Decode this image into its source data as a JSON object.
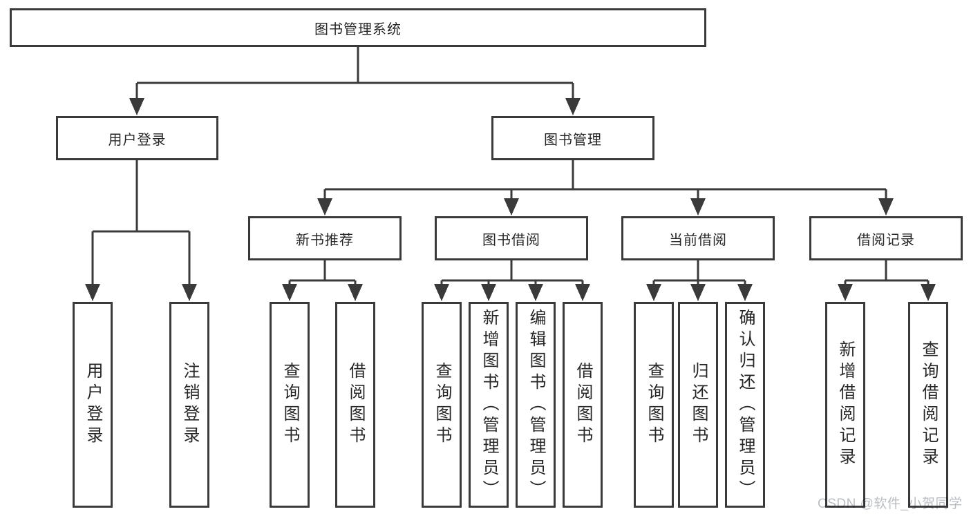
{
  "diagram": {
    "root": {
      "label": "图书管理系统",
      "children": [
        {
          "label": "用户登录",
          "children": [
            {
              "label": "用户登录"
            },
            {
              "label": "注销登录"
            }
          ]
        },
        {
          "label": "图书管理",
          "children": [
            {
              "label": "新书推荐",
              "children": [
                {
                  "label": "查询图书"
                },
                {
                  "label": "借阅图书"
                }
              ]
            },
            {
              "label": "图书借阅",
              "children": [
                {
                  "label": "查询图书"
                },
                {
                  "label": "新增图书（管理员）"
                },
                {
                  "label": "编辑图书（管理员）"
                },
                {
                  "label": "借阅图书"
                }
              ]
            },
            {
              "label": "当前借阅",
              "children": [
                {
                  "label": "查询图书"
                },
                {
                  "label": "归还图书"
                },
                {
                  "label": "确认归还（管理员）"
                }
              ]
            },
            {
              "label": "借阅记录",
              "children": [
                {
                  "label": "新增借阅记录"
                },
                {
                  "label": "查询借阅记录"
                }
              ]
            }
          ]
        }
      ]
    }
  },
  "watermark": {
    "text": "CSDN @软件_小贺同学"
  },
  "colors": {
    "line": "#3a3a3a",
    "text": "#262626",
    "watermark": "#b9bec4",
    "background": "#ffffff"
  }
}
